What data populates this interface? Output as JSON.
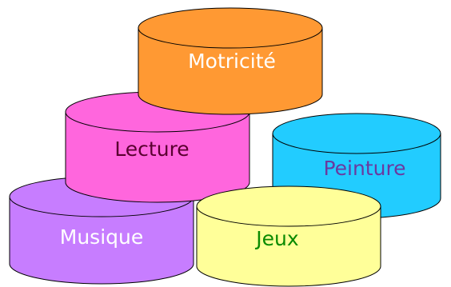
{
  "diagram": {
    "blocks": [
      {
        "id": "musique",
        "label": "Musique",
        "fill": "#c77dff",
        "text_color": "#ffffff"
      },
      {
        "id": "jeux",
        "label": "Jeux",
        "fill": "#ffff99",
        "text_color": "#0a8a00"
      },
      {
        "id": "lecture",
        "label": "Lecture",
        "fill": "#ff66dd",
        "text_color": "#5a0030"
      },
      {
        "id": "peinture",
        "label": "Peinture",
        "fill": "#22ccff",
        "text_color": "#6a3aa0"
      },
      {
        "id": "motricite",
        "label": "Motricité",
        "fill": "#ff9933",
        "text_color": "#ffffff"
      }
    ]
  }
}
